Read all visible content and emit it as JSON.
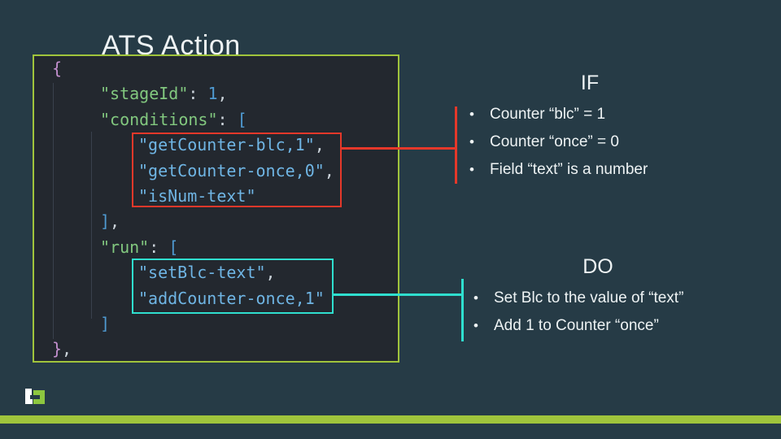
{
  "slide": {
    "title": "ATS Action"
  },
  "code_block": {
    "language": "json",
    "lines": [
      {
        "indent": 0,
        "tokens": [
          [
            "brace",
            "{"
          ]
        ]
      },
      {
        "indent": 1,
        "tokens": [
          [
            "key",
            "\"stageId\""
          ],
          [
            "punct",
            ": "
          ],
          [
            "num",
            "1"
          ],
          [
            "punct",
            ","
          ]
        ]
      },
      {
        "indent": 1,
        "tokens": [
          [
            "key",
            "\"conditions\""
          ],
          [
            "punct",
            ": "
          ],
          [
            "bracket",
            "["
          ]
        ]
      },
      {
        "indent": 2,
        "tokens": [
          [
            "str",
            "\"getCounter-blc,1\""
          ],
          [
            "punct",
            ","
          ]
        ]
      },
      {
        "indent": 2,
        "tokens": [
          [
            "str",
            "\"getCounter-once,0\""
          ],
          [
            "punct",
            ","
          ]
        ]
      },
      {
        "indent": 2,
        "tokens": [
          [
            "str",
            "\"isNum-text\""
          ]
        ]
      },
      {
        "indent": 1,
        "tokens": [
          [
            "bracket",
            "]"
          ],
          [
            "punct",
            ","
          ]
        ]
      },
      {
        "indent": 1,
        "tokens": [
          [
            "key",
            "\"run\""
          ],
          [
            "punct",
            ": "
          ],
          [
            "bracket",
            "["
          ]
        ]
      },
      {
        "indent": 2,
        "tokens": [
          [
            "str",
            "\"setBlc-text\""
          ],
          [
            "punct",
            ","
          ]
        ]
      },
      {
        "indent": 2,
        "tokens": [
          [
            "str",
            "\"addCounter-once,1\""
          ]
        ]
      },
      {
        "indent": 1,
        "tokens": [
          [
            "bracket",
            "]"
          ]
        ]
      },
      {
        "indent": 0,
        "tokens": [
          [
            "brace",
            "}"
          ],
          [
            "punct",
            ","
          ]
        ]
      }
    ]
  },
  "annotations": {
    "if_block": {
      "heading": "IF",
      "bullets": [
        "Counter “blc” = 1",
        "Counter “once” = 0",
        "Field “text” is a number"
      ]
    },
    "do_block": {
      "heading": "DO",
      "bullets": [
        "Set Blc to the value of “text”",
        "Add 1 to Counter “once”"
      ]
    }
  },
  "icons": {
    "bullet": "•",
    "logo": "brand-pixel-monogram"
  },
  "colors": {
    "background": "#263b46",
    "code_background": "#23282f",
    "accent_green": "#a0c43c",
    "logo_green": "#8dc63f",
    "highlight_red": "#e5382a",
    "highlight_cyan": "#2fdfcf",
    "code_key_green": "#82c87f",
    "code_string_blue": "#6fb5e4",
    "code_number_blue": "#4f9ad2",
    "code_brace_purple": "#c490cf",
    "code_punct_grey": "#cdd5dc",
    "text_white": "#eef3f4"
  }
}
